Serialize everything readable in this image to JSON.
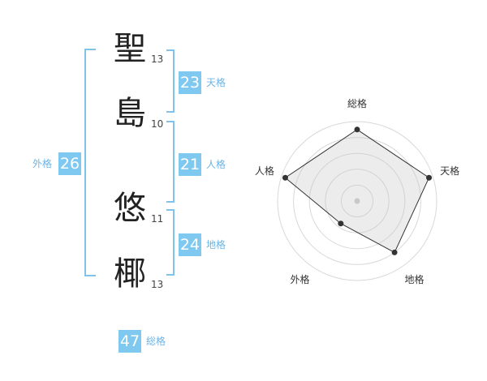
{
  "name_chars": [
    {
      "char": "聖",
      "strokes": "13"
    },
    {
      "char": "島",
      "strokes": "10"
    },
    {
      "char": "悠",
      "strokes": "11"
    },
    {
      "char": "椰",
      "strokes": "13"
    }
  ],
  "kakusu": {
    "tenkaku": {
      "value": "23",
      "label": "天格"
    },
    "jinkaku": {
      "value": "21",
      "label": "人格"
    },
    "chikaku": {
      "value": "24",
      "label": "地格"
    },
    "gaikaku": {
      "value": "26",
      "label": "外格"
    },
    "soukaku": {
      "value": "47",
      "label": "総格"
    }
  },
  "chart_data": {
    "type": "radar",
    "axes": [
      "総格",
      "天格",
      "地格",
      "外格",
      "人格"
    ],
    "values": [
      0.9,
      0.95,
      0.8,
      0.35,
      0.95
    ],
    "max": 1,
    "rings": 5,
    "grid": true
  }
}
